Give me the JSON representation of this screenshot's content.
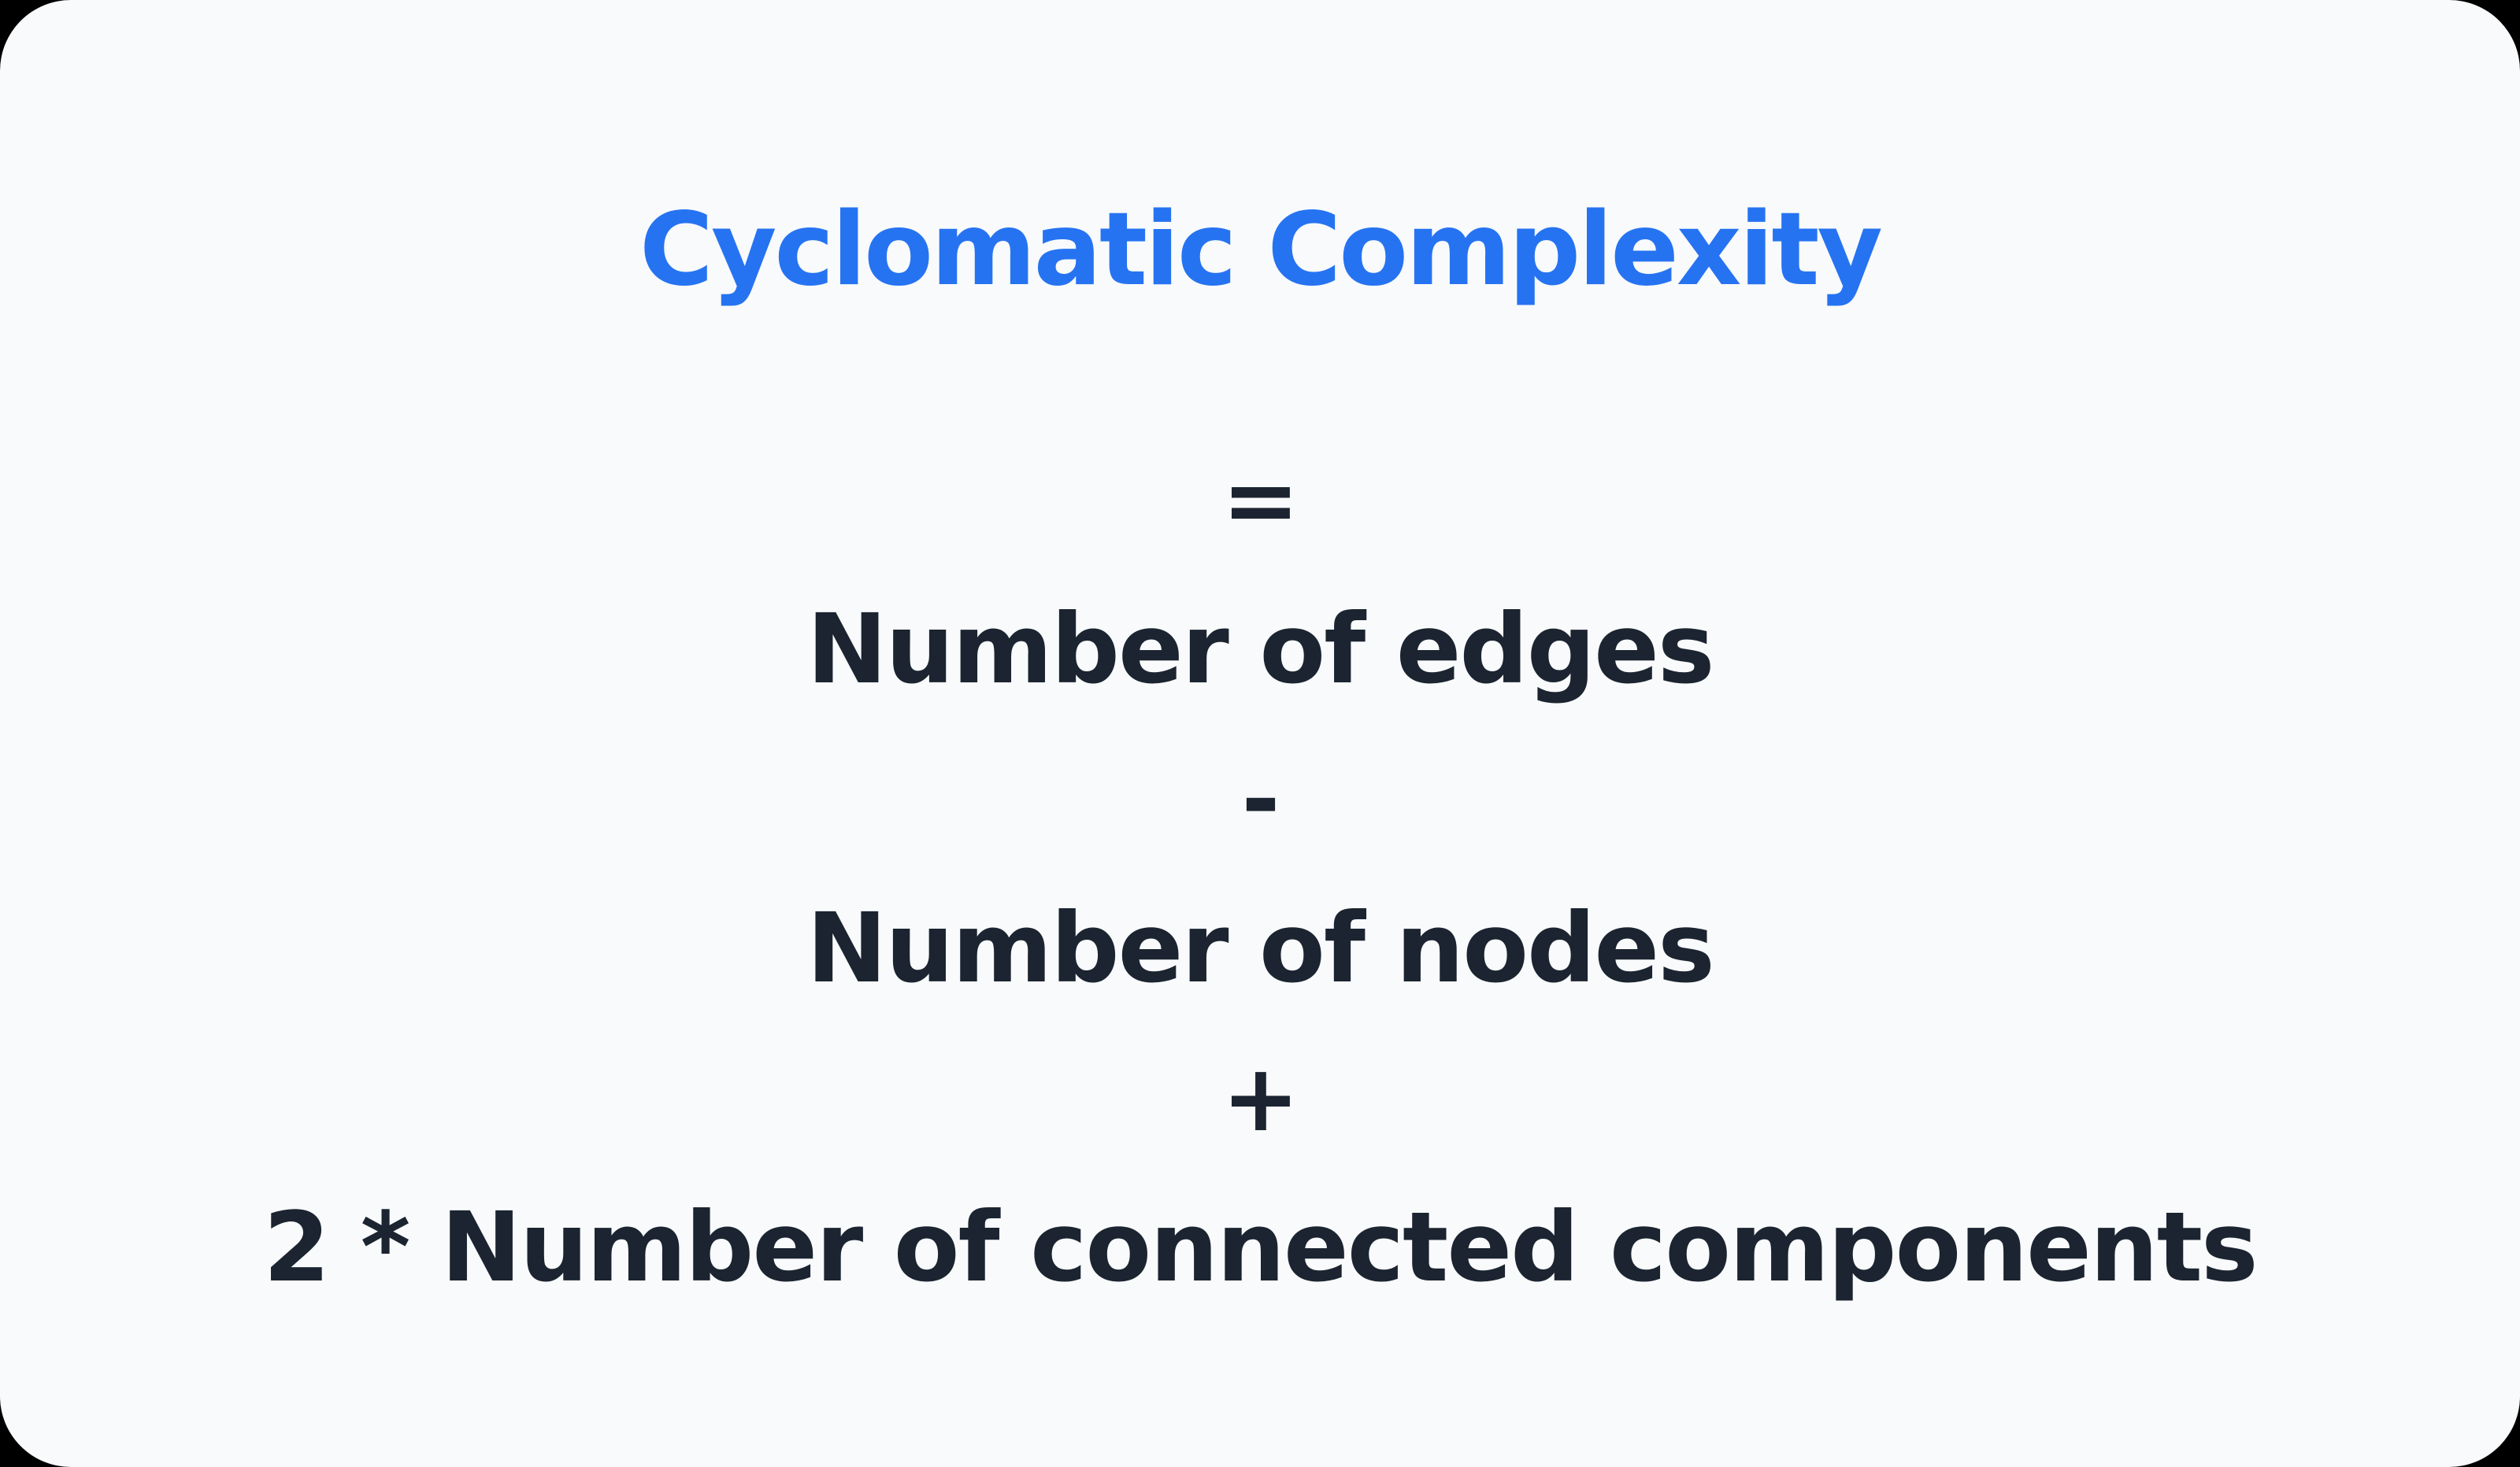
{
  "card": {
    "title": "Cyclomatic Complexity",
    "formula": {
      "lines": [
        {
          "kind": "operator",
          "text": "="
        },
        {
          "kind": "term",
          "text": "Number of edges"
        },
        {
          "kind": "operator",
          "text": "-"
        },
        {
          "kind": "term",
          "text": "Number of nodes"
        },
        {
          "kind": "operator",
          "text": "+"
        },
        {
          "kind": "term",
          "text": "2 * Number of connected components"
        }
      ]
    }
  },
  "colors": {
    "accent_blue": "#2673F2",
    "text_dark": "#1B2430",
    "card_background": "#F8FAFB",
    "page_background": "#000000"
  }
}
